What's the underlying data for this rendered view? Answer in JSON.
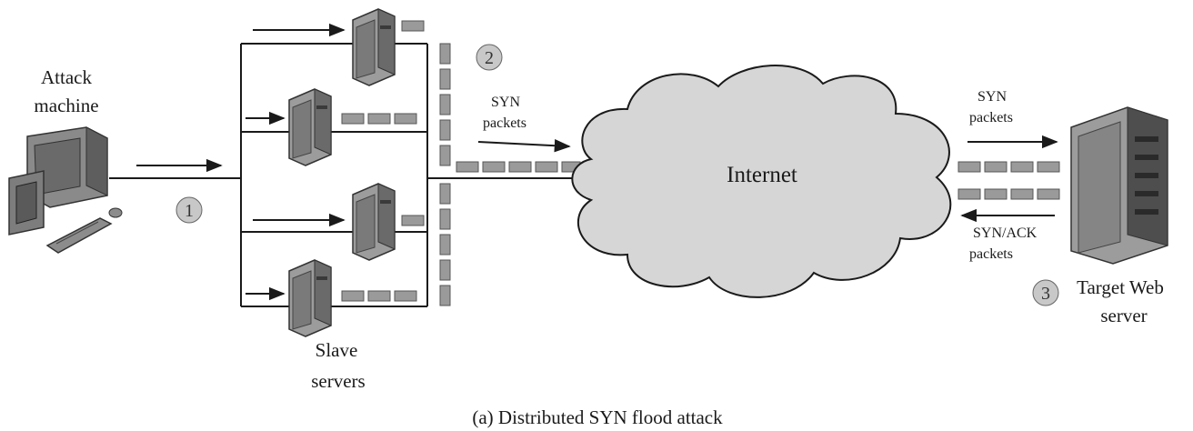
{
  "labels": {
    "attack_machine_line1": "Attack",
    "attack_machine_line2": "machine",
    "slave_servers_line1": "Slave",
    "slave_servers_line2": "servers",
    "syn_packets_left_line1": "SYN",
    "syn_packets_left_line2": "packets",
    "internet": "Internet",
    "syn_packets_right_line1": "SYN",
    "syn_packets_right_line2": "packets",
    "synack_line1": "SYN/ACK",
    "synack_line2": "packets",
    "target_line1": "Target Web",
    "target_line2": "server"
  },
  "steps": {
    "step1": "1",
    "step2": "2",
    "step3": "3"
  },
  "caption": "(a) Distributed SYN flood attack",
  "colors": {
    "line": "#1a1a1a",
    "packet_fill": "#9a9a9a",
    "cloud_fill": "#d6d6d6",
    "step_circle": "#c8c8c8",
    "server_body": "#9c9c9c",
    "server_dark": "#5a5a5a"
  },
  "icons": {
    "attack_machine": "desktop-computer-icon",
    "slave_server": "tower-server-icon",
    "target_server": "rack-server-icon",
    "network": "cloud-icon"
  }
}
